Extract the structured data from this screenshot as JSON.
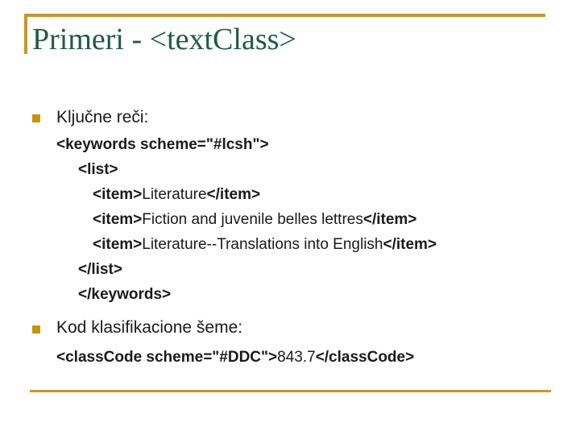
{
  "slide": {
    "title": "Primeri - <textClass>",
    "colors": {
      "title_green": "#1f5c45",
      "rule_gold": "#c2992b",
      "bullet_gold": "#c8940e",
      "body_text": "#1a1a1a"
    }
  },
  "bullets": [
    {
      "label": "Ključne reči:"
    },
    {
      "label": "Kod klasifikacione šeme:"
    }
  ],
  "code1": {
    "keywords_open": "<keywords scheme=\"#lcsh\">",
    "list_open": "<list>",
    "items": [
      {
        "open": "<item>",
        "text": "Literature",
        "close": "</item>"
      },
      {
        "open": "<item>",
        "text": "Fiction and juvenile belles lettres",
        "close": "</item>"
      },
      {
        "open": "<item>",
        "text": "Literature--Translations into English",
        "close": "</item>"
      }
    ],
    "list_close": "</list>",
    "keywords_close": "</keywords>"
  },
  "code2": {
    "open": "<classCode scheme=\"#DDC\">",
    "value": "843.7",
    "close": "</classCode>"
  }
}
